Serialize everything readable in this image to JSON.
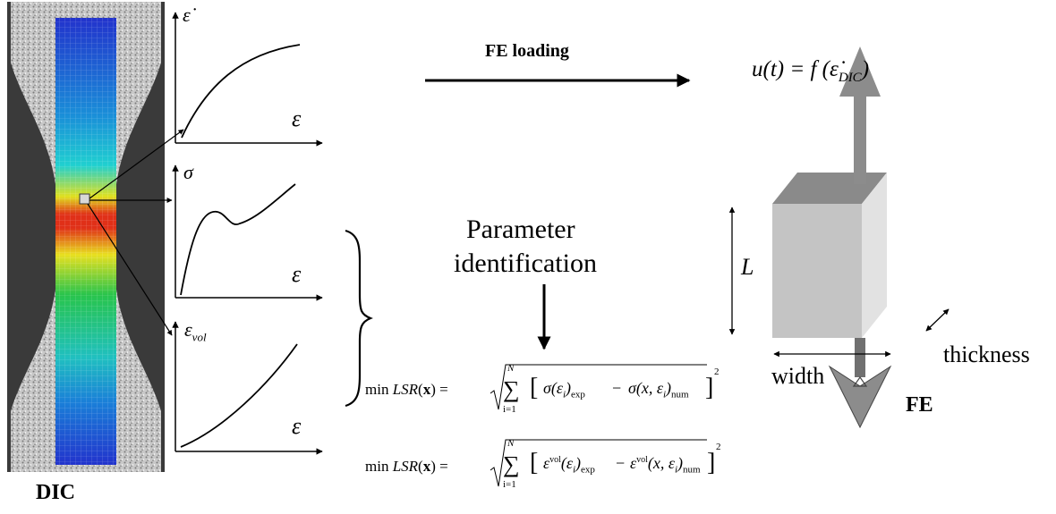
{
  "dic": {
    "label": "DIC",
    "colors": {
      "blue": "#2233cc",
      "cyan": "#18b6d8",
      "green": "#28c44c",
      "yellow": "#e8e020",
      "red": "#d83018",
      "speckle": "#b8b8b8"
    }
  },
  "plots": [
    {
      "y_symbol": "ε̇",
      "x_symbol": "ε",
      "curve": "saturating"
    },
    {
      "y_symbol": "σ",
      "x_symbol": "ε",
      "curve": "yield-drop-then-harden"
    },
    {
      "y_symbol": "ε",
      "y_subscript": "vol",
      "x_symbol": "ε",
      "curve": "convex-increasing"
    }
  ],
  "fe_loading": {
    "label": "FE loading"
  },
  "boundary_condition": {
    "lhs": "u(t) = f (",
    "rate": "ε̇",
    "subscript": "DIC",
    "close": ")"
  },
  "identification": {
    "line1": "Parameter",
    "line2": "identification"
  },
  "equations": [
    {
      "prefix": "min",
      "func": "LSR",
      "arg": "x",
      "measured": "σ(ε",
      "measured_tail": ")",
      "measured_sub": "exp",
      "model": "σ(x, ε",
      "model_tail": ")",
      "model_sub": "num",
      "upper": "N",
      "lower": "i=1",
      "power": "2"
    },
    {
      "prefix": "min",
      "func": "LSR",
      "arg": "x",
      "measured": "ε",
      "measured_sup": "vol",
      "measured_tail": "(ε",
      "measured_tail2": ")",
      "measured_sub": "exp",
      "model": "ε",
      "model_sup": "vol",
      "model_tail": "(x, ε",
      "model_tail2": ")",
      "model_sub": "num",
      "upper": "N",
      "lower": "i=1",
      "power": "2"
    }
  ],
  "fe_model": {
    "length_label": "L",
    "width_label": "width",
    "thickness_label": "thickness",
    "label": "FE",
    "colors": {
      "front": "#c4c4c4",
      "top": "#8a8a8a",
      "side": "#e0e0e0",
      "arrow": "#8c8c8c"
    }
  }
}
